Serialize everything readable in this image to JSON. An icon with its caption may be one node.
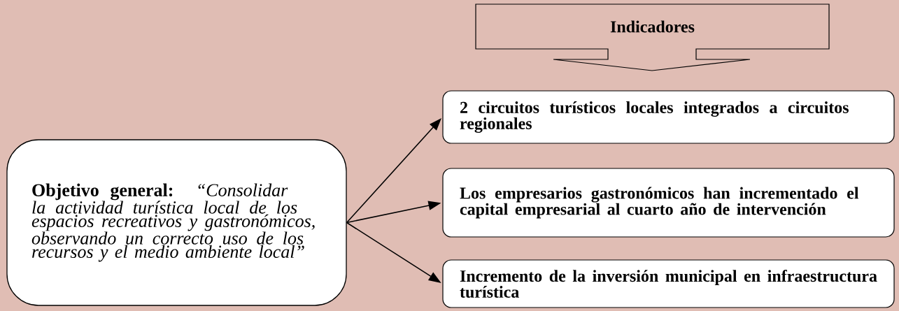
{
  "diagram": {
    "nodes": [
      {
        "text": [
          "Indicadores"
        ]
      },
      {
        "text": [
          "Objetivo general:",
          "“Consolidar la actividad turística local de los espacios recreativos y gastronómicos, observando un correcto uso de los recursos y el medio ambiente local”"
        ]
      },
      {
        "text": [
          "2 circuitos turísticos locales integrados a circuitos regionales"
        ]
      },
      {
        "text": [
          "Los empresarios gastronómicos han incrementado el capital empresarial al cuarto año de intervención"
        ]
      },
      {
        "text": [
          "Incremento de la inversión municipal en infraestructura turística"
        ]
      }
    ],
    "edges": [
      {
        "from": 1,
        "to": 2,
        "arrow": "to"
      },
      {
        "from": 1,
        "to": 3,
        "arrow": "to"
      },
      {
        "from": 1,
        "to": 4,
        "arrow": "to"
      }
    ]
  }
}
